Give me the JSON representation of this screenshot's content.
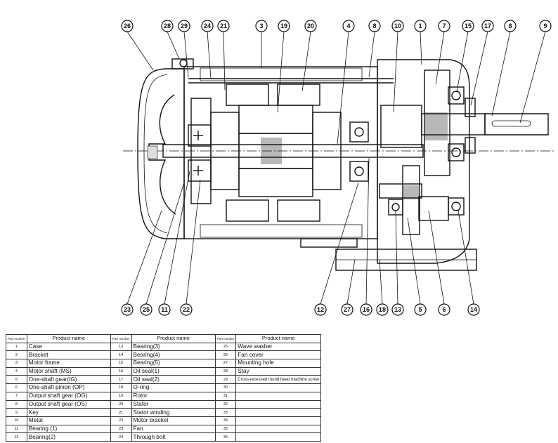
{
  "table": {
    "header_part_number": "Part number",
    "header_product_name": "Product name",
    "columns": [
      [
        {
          "no": "1",
          "name": "Case"
        },
        {
          "no": "2",
          "name": "Bracket"
        },
        {
          "no": "3",
          "name": "Motor frame"
        },
        {
          "no": "4",
          "name": "Motor shaft  (MS)"
        },
        {
          "no": "5",
          "name": "One-shaft gear(IG)"
        },
        {
          "no": "6",
          "name": "One-shaft pinion  (OP)"
        },
        {
          "no": "7",
          "name": "Output shaft gear  (OG)"
        },
        {
          "no": "8",
          "name": "Output shaft gear  (OS)"
        },
        {
          "no": "9",
          "name": "Key"
        },
        {
          "no": "10",
          "name": "Metal"
        },
        {
          "no": "11",
          "name": "Bearing  (1)"
        },
        {
          "no": "12",
          "name": "Bearing(2)"
        }
      ],
      [
        {
          "no": "13",
          "name": "Bearing(3)"
        },
        {
          "no": "14",
          "name": "Bearing(4)"
        },
        {
          "no": "15",
          "name": "Bearing(5)"
        },
        {
          "no": "16",
          "name": "Oil seal(1)"
        },
        {
          "no": "17",
          "name": "Oil seal(2)"
        },
        {
          "no": "18",
          "name": "O-ring"
        },
        {
          "no": "19",
          "name": "Rotor"
        },
        {
          "no": "20",
          "name": "Stator"
        },
        {
          "no": "21",
          "name": "Stator winding"
        },
        {
          "no": "22",
          "name": "Motor bracket"
        },
        {
          "no": "23",
          "name": "Fan"
        },
        {
          "no": "24",
          "name": "Through bolt"
        }
      ],
      [
        {
          "no": "25",
          "name": "Wave washer"
        },
        {
          "no": "26",
          "name": "Fan cover"
        },
        {
          "no": "27",
          "name": "Mounting hole"
        },
        {
          "no": "28",
          "name": "Stay"
        },
        {
          "no": "29",
          "name": "Cross-recessed round head machine screw"
        },
        {
          "no": "30",
          "name": ""
        },
        {
          "no": "31",
          "name": ""
        },
        {
          "no": "32",
          "name": ""
        },
        {
          "no": "33",
          "name": ""
        },
        {
          "no": "34",
          "name": ""
        },
        {
          "no": "35",
          "name": ""
        },
        {
          "no": "36",
          "name": ""
        }
      ]
    ]
  },
  "callouts_top": [
    "26",
    "28",
    "29",
    "24",
    "21",
    "3",
    "19",
    "20",
    "4",
    "8",
    "10",
    "1",
    "7",
    "15",
    "17",
    "8",
    "9"
  ],
  "callouts_bottom": [
    "23",
    "25",
    "11",
    "22",
    "12",
    "27",
    "16",
    "18",
    "13",
    "5",
    "6",
    "14"
  ]
}
